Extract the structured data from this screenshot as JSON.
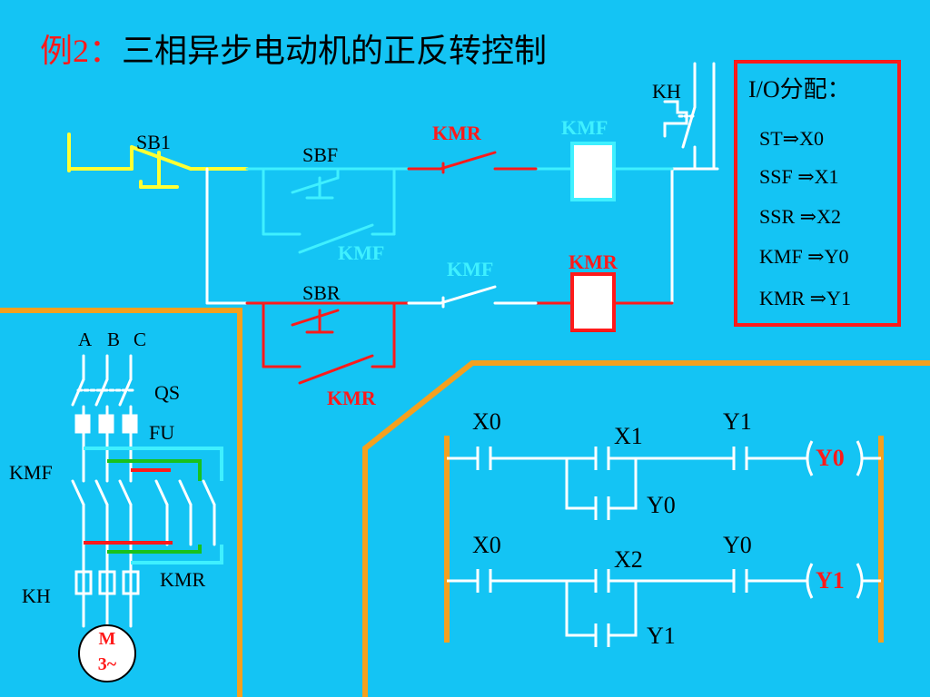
{
  "title": {
    "example": "例2：",
    "text": "三相异步电动机的正反转控制"
  },
  "io": {
    "title": "I/O分配：",
    "items": [
      "ST⇒X0",
      "SSF ⇒X1",
      "SSR ⇒X2",
      "KMF ⇒Y0",
      "KMR ⇒Y1"
    ]
  },
  "control": {
    "kh": "KH",
    "sb1": "SB1",
    "sbf": "SBF",
    "sbr": "SBR",
    "kmr_contact": "KMR",
    "kmf_coil": "KMF",
    "kmf_hold": "KMF",
    "kmf_interlock": "KMF",
    "kmr_coil": "KMR",
    "kmr_hold": "KMR"
  },
  "power": {
    "phases": [
      "A",
      "B",
      "C"
    ],
    "qs": "QS",
    "fu": "FU",
    "kmf": "KMF",
    "kmr": "KMR",
    "kh": "KH",
    "motor_line1": "M",
    "motor_line2": "3~"
  },
  "ladder": {
    "r1_c1": "X0",
    "r1_c2": "X1",
    "r1_c3": "Y1",
    "r1_par": "Y0",
    "r1_out": "Y0",
    "r2_c1": "X0",
    "r2_c2": "X2",
    "r2_c3": "Y0",
    "r2_par": "Y1",
    "r2_out": "Y1"
  },
  "colors": {
    "background": "#14c4f4",
    "border": "#f5a01e",
    "red": "#ff1a1a",
    "yellow": "#ffff33",
    "cyan": "#3ff0ff",
    "white": "#ffffff",
    "green": "#19c21c"
  }
}
